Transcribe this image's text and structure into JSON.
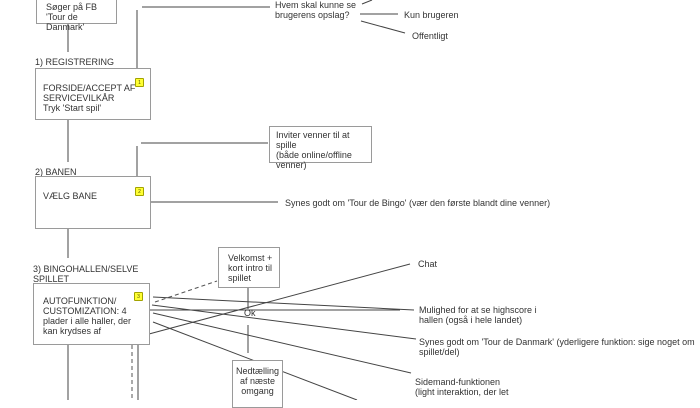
{
  "start": {
    "line1": "Søger på FB",
    "line2": "'Tour de Danmark'"
  },
  "privacy": {
    "question_line1": "Hvem skal kunne se",
    "question_line2": "brugerens opslag?",
    "option_user": "Kun brugeren",
    "option_public": "Offentligt"
  },
  "step1": {
    "heading": "1) REGISTRERING",
    "badge": "1",
    "line1": "FORSIDE/ACCEPT AF",
    "line2": "SERVICEVILKÅR",
    "line3": "Tryk 'Start spil'"
  },
  "invite": {
    "line1": "Inviter venner til at spille",
    "line2": "(både online/offline",
    "line3": "venner)"
  },
  "step2": {
    "heading": "2) BANEN",
    "badge": "2",
    "box_text": "VÆLG BANE",
    "like_text": "Synes godt om 'Tour de Bingo' (vær den første blandt dine venner)"
  },
  "step3": {
    "heading_line1": "3) BINGOHALLEN/SELVE",
    "heading_line2": "SPILLET",
    "badge": "3",
    "line1": "AUTOFUNKTION/",
    "line2": "CUSTOMIZATION: 4",
    "line3": "plader i alle haller, der",
    "line4": "kan krydses af"
  },
  "welcome": {
    "line1": "Velkomst +",
    "line2": "kort intro til",
    "line3": "spillet"
  },
  "ok_label": "Ok",
  "countdown": {
    "line1": "Nedtælling",
    "line2": "af næste",
    "line3": "omgang"
  },
  "features": {
    "chat": "Chat",
    "highscore_line1": "Mulighed for at se highscore i",
    "highscore_line2": "hallen (også i hele landet)",
    "like_line1": "Synes godt om 'Tour de Danmark' (yderligere funktion: sige noget om",
    "like_line2": "spillet/del)",
    "sidemand_line1": "Sidemand-funktionen",
    "sidemand_line2": "(light interaktion, der let"
  }
}
